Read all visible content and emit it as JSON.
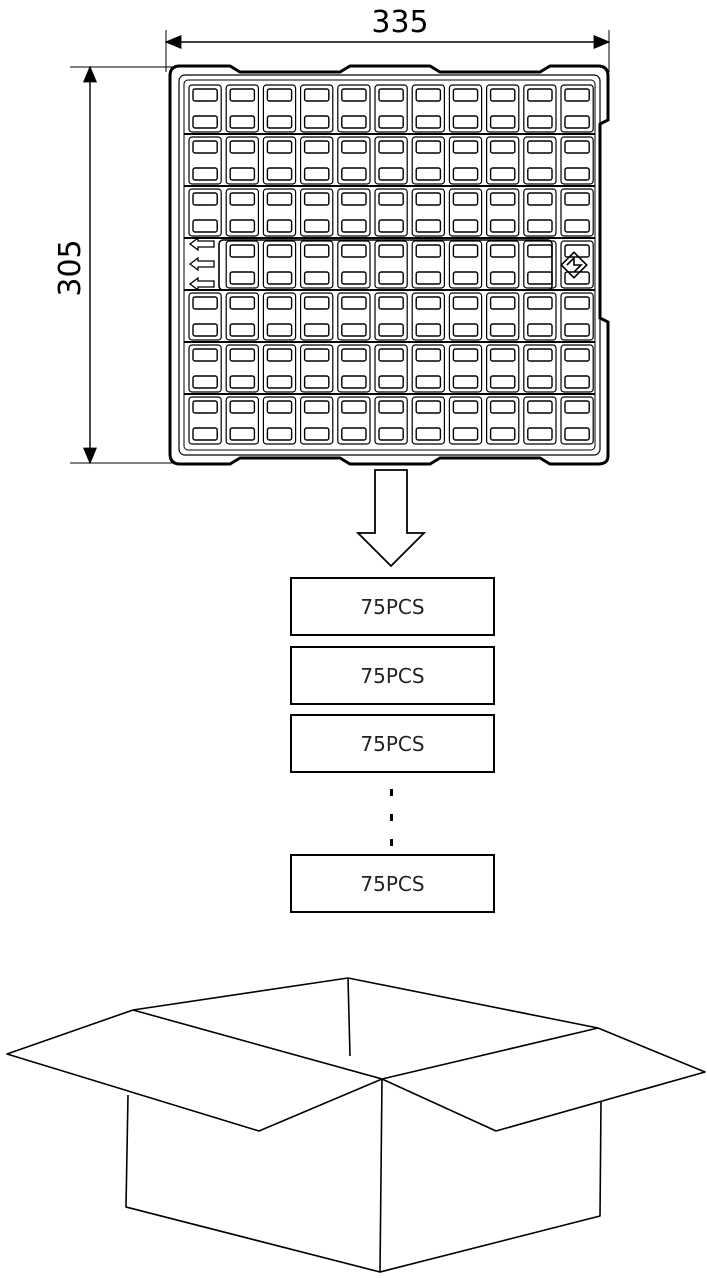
{
  "dimensions": {
    "width_label": "335",
    "height_label": "305"
  },
  "tray": {
    "columns": 11,
    "rows": 7,
    "orientation_arrow_count": 3
  },
  "stack": {
    "layers": [
      "75PCS",
      "75PCS",
      "75PCS"
    ],
    "ellipsis": "⋮",
    "last_layer": "75PCS"
  },
  "carton": {
    "icon": "open-carton-box-icon"
  }
}
